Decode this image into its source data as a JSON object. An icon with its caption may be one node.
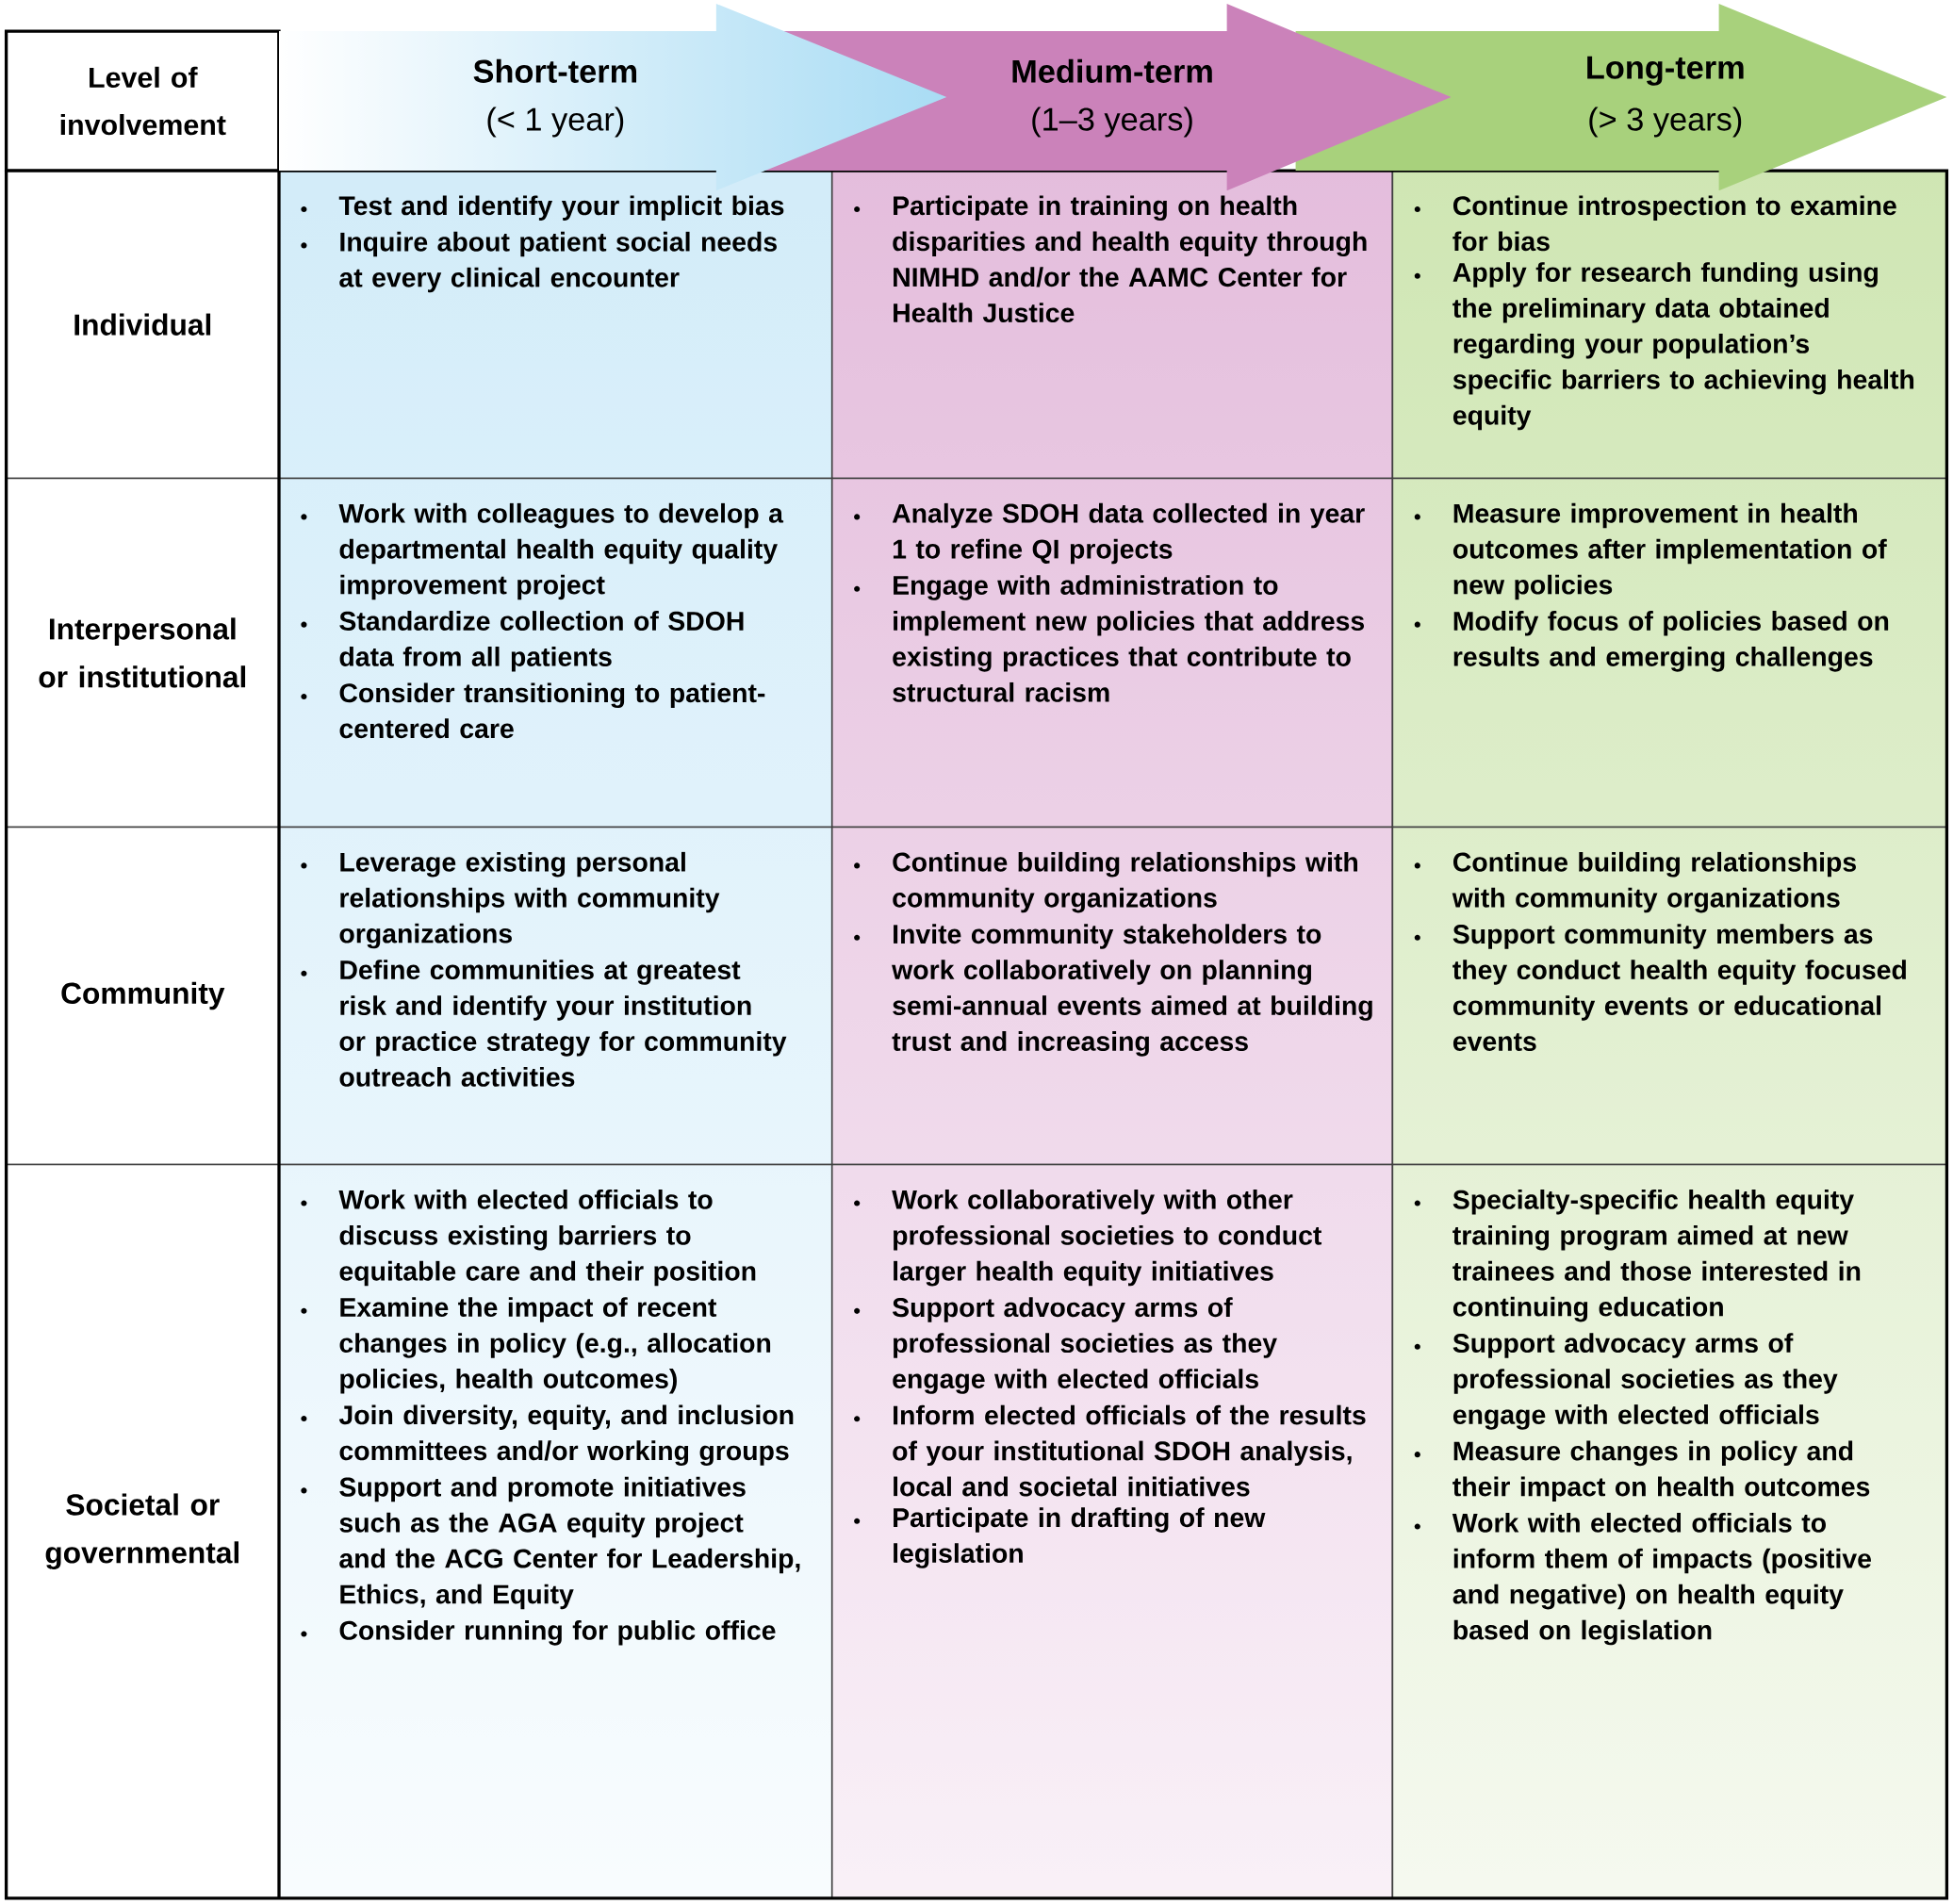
{
  "diagram": {
    "nodes": [
      {
        "text": [
          "Level of involvement"
        ]
      },
      {
        "text": [
          "Short-term",
          "(< 1 year)"
        ]
      },
      {
        "text": [
          "Medium-term",
          "(1–3 years)"
        ]
      },
      {
        "text": [
          "Long-term",
          "(> 3 years)"
        ]
      },
      {
        "text": [
          "Individual"
        ]
      },
      {
        "text": [
          "Test and identify your implicit bias",
          "Inquire about patient social needs at every clinical encounter"
        ]
      },
      {
        "text": [
          "Participate in training on health disparities and health equity through NIMHD and/or the AAMC Center for Health Justice"
        ]
      },
      {
        "text": [
          "Continue introspection to examine for bias",
          "Apply for research funding using the preliminary data obtained regarding your population’s specific barriers to achieving health equity"
        ]
      },
      {
        "text": [
          "Interpersonal or institutional"
        ]
      },
      {
        "text": [
          "Work with colleagues to develop a departmental health equity quality improvement project",
          "Standardize collection of SDOH data from all patients",
          "Consider transitioning to patient-centered care"
        ]
      },
      {
        "text": [
          "Analyze SDOH data collected in year 1 to refine QI projects",
          "Engage with administration to implement new policies that address existing practices that contribute to structural racism"
        ]
      },
      {
        "text": [
          "Measure improvement in health outcomes after implementation of new policies",
          "Modify focus of policies based on results and emerging challenges"
        ]
      },
      {
        "text": [
          "Community"
        ]
      },
      {
        "text": [
          "Leverage existing personal relationships with community organizations",
          "Define communities at greatest risk and identify your institution or practice strategy for community outreach activities"
        ]
      },
      {
        "text": [
          "Continue building relationships with community organizations",
          "Invite community stakeholders to work collaboratively on planning semi-annual events aimed at building trust and increasing access"
        ]
      },
      {
        "text": [
          "Continue building relationships with community organizations",
          "Support community members as they conduct health equity focused community events or educational events"
        ]
      },
      {
        "text": [
          "Societal or governmental"
        ]
      },
      {
        "text": [
          "Work with elected officials to discuss existing barriers to equitable care and their position",
          "Examine the impact of recent changes in policy (e.g., allocation policies, health outcomes)",
          "Join diversity, equity, and inclusion committees and/or working groups",
          "Support and promote initiatives such as the AGA equity project and the ACG Center for Leadership, Ethics, and Equity",
          "Consider running for public office"
        ]
      },
      {
        "text": [
          "Work collaboratively with other professional societies to conduct larger health equity initiatives",
          "Support advocacy arms of professional societies as they engage with elected officials",
          "Inform elected officials of the results of your institutional SDOH analysis, local and societal initiatives",
          "Participate in drafting of new legislation"
        ]
      },
      {
        "text": [
          "Specialty-specific health equity training program aimed at new trainees and those interested in continuing education",
          "Support advocacy arms of professional societies as they engage with elected officials",
          "Measure changes in policy and their impact on health outcomes",
          "Work with elected officials to inform them of impacts (positive and negative) on health equity based on legislation"
        ]
      }
    ]
  }
}
